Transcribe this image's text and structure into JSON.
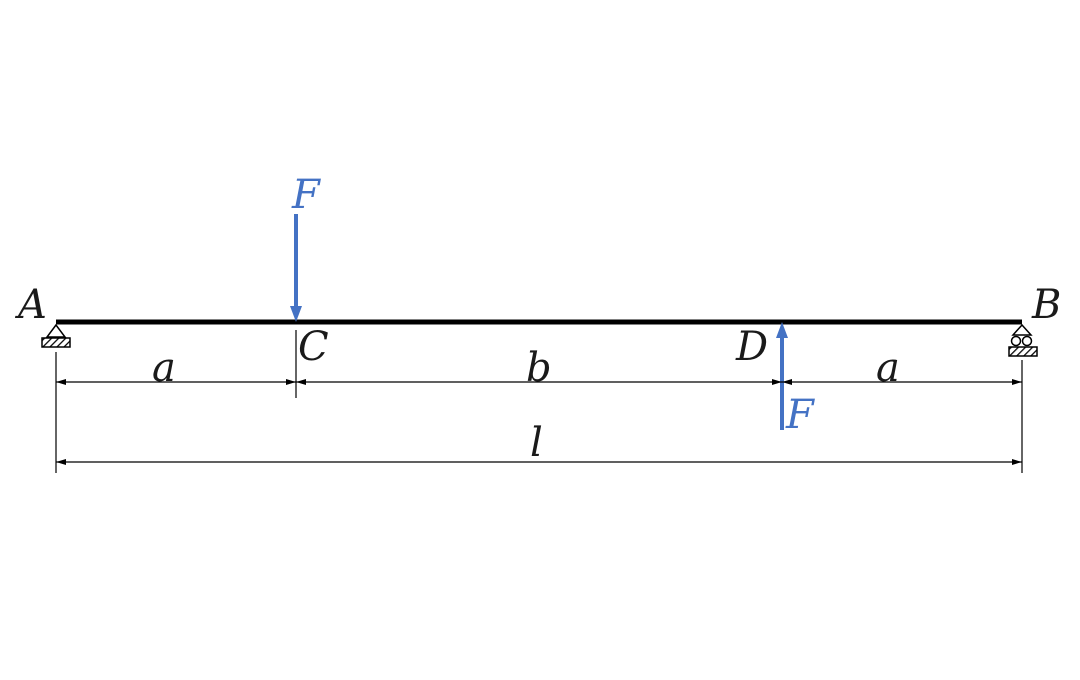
{
  "diagram": {
    "points": {
      "a": "A",
      "b": "B",
      "c": "C",
      "d": "D"
    },
    "forces": {
      "down_label": "F",
      "up_label": "F",
      "color": "#4472c4"
    },
    "dimensions": {
      "seg1": "a",
      "seg2": "b",
      "seg3": "a",
      "total": "l"
    },
    "supports": {
      "left": "pin-support",
      "right": "roller-support"
    },
    "colors": {
      "beam": "#000000",
      "ink": "#1a1a1a"
    }
  }
}
